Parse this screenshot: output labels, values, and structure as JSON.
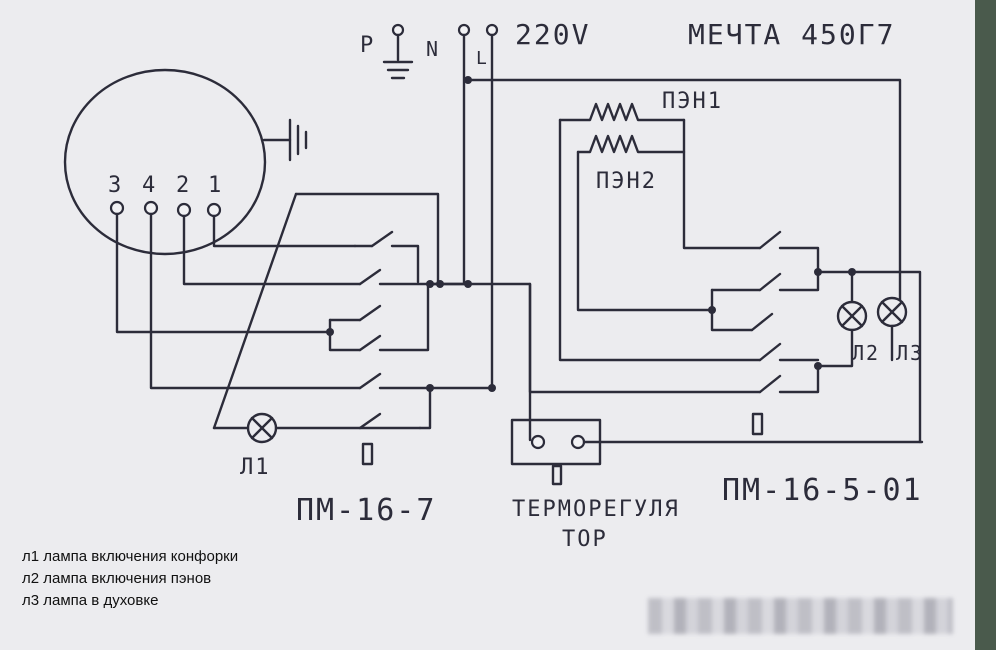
{
  "title": "МЕЧТА 450Г7",
  "supply": {
    "voltage": "220V",
    "p": "P",
    "n": "N",
    "l": "L"
  },
  "motor_terminals": [
    "3",
    "4",
    "2",
    "1"
  ],
  "heaters": [
    "ПЭН1",
    "ПЭН2"
  ],
  "lamps": [
    "Л1",
    "Л2",
    "Л3"
  ],
  "switch_left": "ПМ-16-7",
  "switch_right": "ПМ-16-5-01",
  "thermostat_line1": "ТЕРМОРЕГУЛЯ",
  "thermostat_line2": "ТОР",
  "legend": [
    "л1 лампа включения конфорки",
    "л2 лампа включения пэнов",
    "л3 лампа в духовке"
  ]
}
